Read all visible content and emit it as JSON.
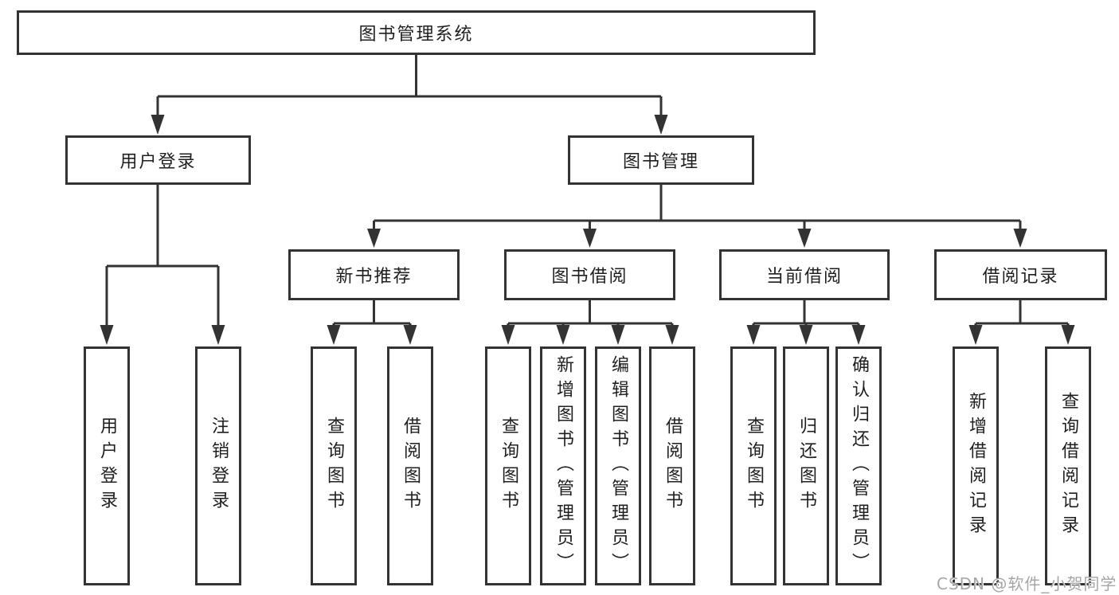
{
  "diagram": {
    "type": "hierarchy-tree",
    "root": {
      "label": "图书管理系统"
    },
    "branches": [
      {
        "label": "用户登录",
        "children": [
          {
            "label": "用户登录"
          },
          {
            "label": "注销登录"
          }
        ]
      },
      {
        "label": "图书管理",
        "children": [
          {
            "label": "新书推荐",
            "children": [
              {
                "label": "查询图书"
              },
              {
                "label": "借阅图书"
              }
            ]
          },
          {
            "label": "图书借阅",
            "children": [
              {
                "label": "查询图书"
              },
              {
                "label": "新增图书（管理员）"
              },
              {
                "label": "编辑图书（管理员）"
              },
              {
                "label": "借阅图书"
              }
            ]
          },
          {
            "label": "当前借阅",
            "children": [
              {
                "label": "查询图书"
              },
              {
                "label": "归还图书"
              },
              {
                "label": "确认归还（管理员）"
              }
            ]
          },
          {
            "label": "借阅记录",
            "children": [
              {
                "label": "新增借阅记录"
              },
              {
                "label": "查询借阅记录"
              }
            ]
          }
        ]
      }
    ]
  },
  "watermark": {
    "text": "CSDN @软件_小贺同学"
  },
  "colors": {
    "background": "#ffffff",
    "box_fill": "#ffffff",
    "box_border": "#333333",
    "line": "#333333",
    "text": "#1f1f1f",
    "watermark": "#a6a6a6"
  }
}
